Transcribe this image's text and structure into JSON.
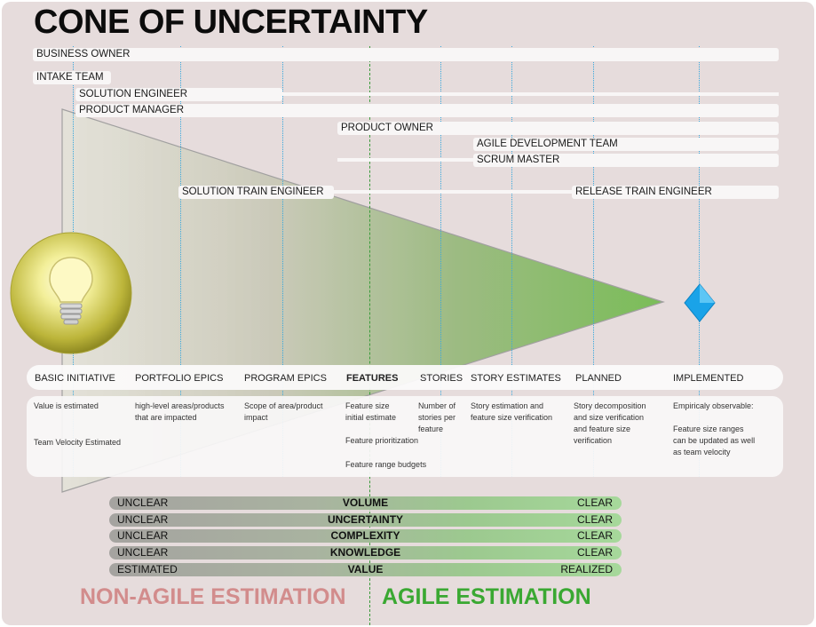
{
  "title": "CONE OF UNCERTAINTY",
  "roles": [
    "BUSINESS OWNER",
    "INTAKE TEAM",
    "SOLUTION ENGINEER",
    "PRODUCT MANAGER",
    "PRODUCT OWNER",
    "AGILE DEVELOPMENT TEAM",
    "SCRUM MASTER",
    "SOLUTION TRAIN ENGINEER",
    "RELEASE TRAIN ENGINEER"
  ],
  "stages": [
    "BASIC INITIATIVE",
    "PORTFOLIO EPICS",
    "PROGRAM EPICS",
    "FEATURES",
    "STORIES",
    "STORY ESTIMATES",
    "PLANNED",
    "IMPLEMENTED"
  ],
  "descriptions": {
    "basic_1": "Value is estimated",
    "basic_2": "Team Velocity Estimated",
    "portfolio": "high-level areas/products\nthat are impacted",
    "program": "Scope of area/product\nimpact",
    "features_1": "Feature size\ninitial estimate",
    "features_2": "Feature prioritization",
    "features_3": "Feature range budgets",
    "stories": "Number of\nstories per\nfeature",
    "story_estimates": "Story estimation and\nfeature size verification",
    "planned": "Story decomposition\nand size verification\nand feature size\nverification",
    "implemented_1": "Empiricaly observable:",
    "implemented_2": "Feature size ranges\ncan be updated as well\nas team velocity"
  },
  "bars": [
    {
      "left": "UNCLEAR",
      "center": "VOLUME",
      "right": "CLEAR"
    },
    {
      "left": "UNCLEAR",
      "center": "UNCERTAINTY",
      "right": "CLEAR"
    },
    {
      "left": "UNCLEAR",
      "center": "COMPLEXITY",
      "right": "CLEAR"
    },
    {
      "left": "UNCLEAR",
      "center": "KNOWLEDGE",
      "right": "CLEAR"
    },
    {
      "left": "ESTIMATED",
      "center": "VALUE",
      "right": "REALIZED"
    }
  ],
  "footer": {
    "non_agile": "NON-AGILE ESTIMATION",
    "agile": "AGILE ESTIMATION"
  },
  "colors": {
    "non_agile": "#d28c8c",
    "agile": "#3aa832",
    "diamond": "#1aa3e8",
    "cone_green": "#7fc060"
  },
  "icons": {
    "bulb": "lightbulb-icon",
    "diamond": "diamond-icon"
  }
}
